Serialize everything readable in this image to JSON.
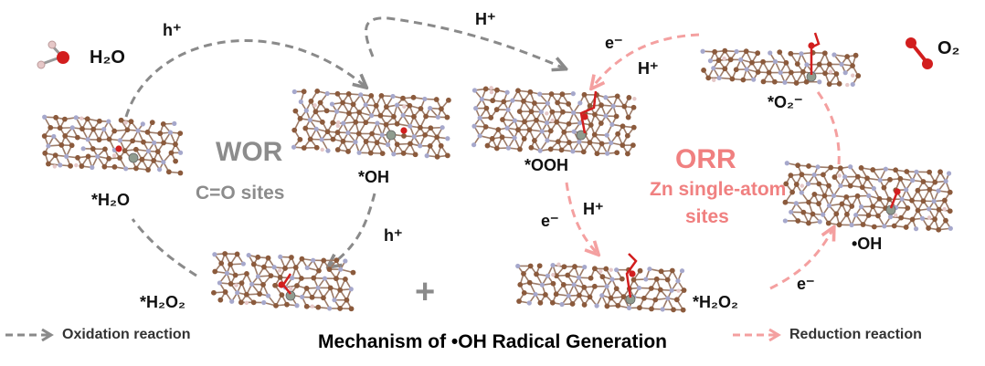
{
  "colors": {
    "oxidation_arrow": "#8a8a8a",
    "reduction_arrow": "#f4a0a0",
    "wor_label": "#8c8c8c",
    "orr_label": "#f08080",
    "carbon": "#8b5a3c",
    "nitrogen": "#a6a8cc",
    "hydrogen": "#e6c8c8",
    "oxygen": "#d21e1e",
    "zinc": "#8f9c8f"
  },
  "molecules": {
    "h2o_label": "H₂O",
    "o2_label": "O₂"
  },
  "wor": {
    "title": "WOR",
    "subtitle": "C=O sites",
    "h_plus_1": "h⁺",
    "h_plus_2": "h⁺",
    "states": {
      "h2o": "*H₂O",
      "oh": "*OH",
      "h2o2": "*H₂O₂"
    }
  },
  "transfer_label": "H⁺",
  "orr": {
    "title": "ORR",
    "subtitle_line1": "Zn single-atom",
    "subtitle_line2": "sites",
    "e_minus_top": "e⁻",
    "h_plus_top": "H⁺",
    "e_minus_mid": "e⁻",
    "h_plus_mid": "H⁺",
    "e_minus_bottom": "e⁻",
    "states": {
      "o2": "*O₂⁻",
      "ooh": "*OOH",
      "h2o2": "*H₂O₂",
      "oh_radical": "•OH"
    }
  },
  "plus_sign": "+",
  "title": "Mechanism of •OH Radical Generation",
  "legend": {
    "oxidation": "Oxidation reaction",
    "reduction": "Reduction reaction"
  }
}
